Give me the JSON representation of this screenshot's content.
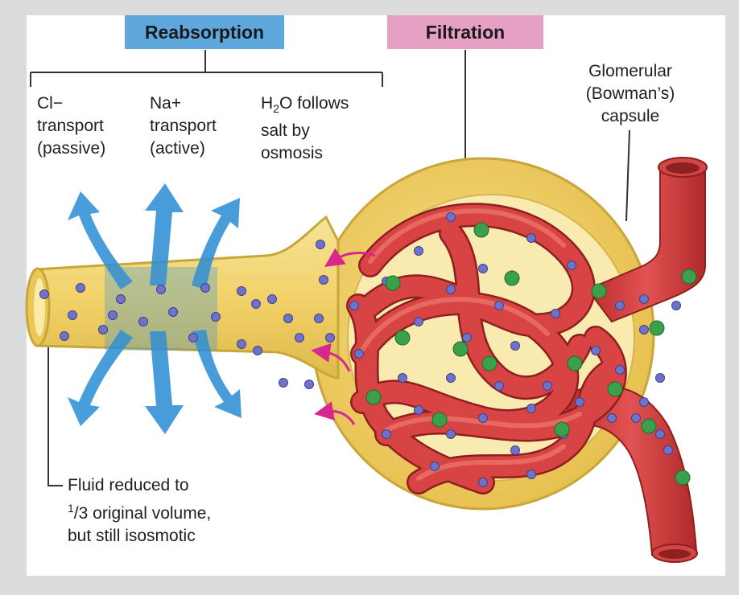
{
  "headers": {
    "reabsorption": "Reabsorption",
    "filtration": "Filtration"
  },
  "labels": {
    "cl": {
      "line1": "Cl−",
      "line2": "transport",
      "line3": "(passive)"
    },
    "na": {
      "line1": "Na+",
      "line2": "transport",
      "line3": "(active)"
    },
    "h2o": {
      "line1_pre": "H",
      "line1_sub": "2",
      "line1_post": "O follows",
      "line2": "salt by",
      "line3": "osmosis"
    },
    "capsule": {
      "line1": "Glomerular",
      "line2": "(Bowman’s)",
      "line3": "capsule"
    },
    "fluid": {
      "line1": "Fluid reduced to",
      "line2_sup": "1",
      "line2_sub": "/3",
      "line2_rest": " original volume,",
      "line3": "but still isosmotic"
    }
  },
  "colors": {
    "reabsorption_bg": "#5fa8de",
    "filtration_bg": "#e6a0c4",
    "tubule": "#f3d774",
    "tubule_edge": "#c9a63a",
    "capillary": "#cf3b3b",
    "capillary_edge": "#8e1f1f",
    "arrow_blue": "#2f8fd6",
    "arrow_magenta": "#d6288f",
    "solute_small": "#6f72c9",
    "solute_large": "#3aa04b"
  }
}
